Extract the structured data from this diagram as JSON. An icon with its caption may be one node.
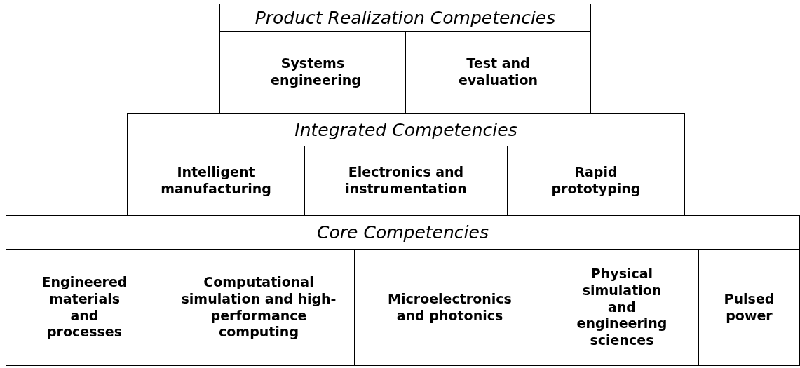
{
  "diagram": {
    "nodes": [
      {
        "text": [
          "Product Realization Competencies"
        ]
      },
      {
        "text": [
          "Systems engineering"
        ]
      },
      {
        "text": [
          "Test and evaluation"
        ]
      },
      {
        "text": [
          "Integrated Competencies"
        ]
      },
      {
        "text": [
          "Intelligent manufacturing"
        ]
      },
      {
        "text": [
          "Electronics and instrumentation"
        ]
      },
      {
        "text": [
          "Rapid prototyping"
        ]
      },
      {
        "text": [
          "Core Competencies"
        ]
      },
      {
        "text": [
          "Engineered materials and processes"
        ]
      },
      {
        "text": [
          "Computational simulation and high-performance computing"
        ]
      },
      {
        "text": [
          "Microelectronics and photonics"
        ]
      },
      {
        "text": [
          "Physical simulation and engineering sciences"
        ]
      },
      {
        "text": [
          "Pulsed power"
        ]
      }
    ]
  }
}
